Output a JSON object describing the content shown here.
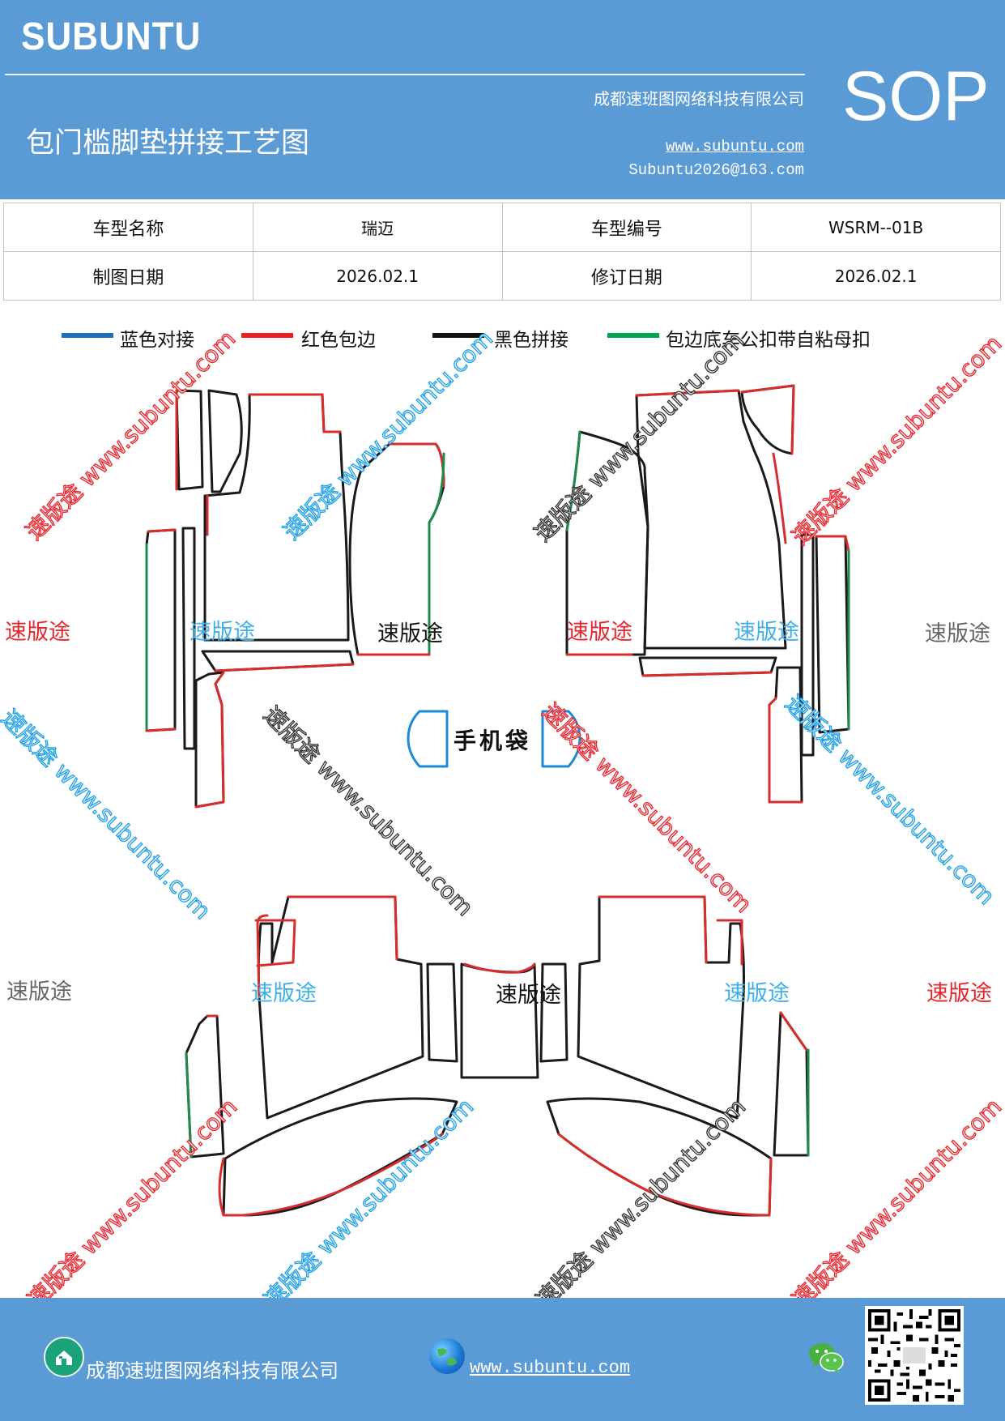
{
  "header": {
    "logo": "SUBUNTU",
    "company": "成都速班图网络科技有限公司",
    "title": "包门槛脚垫拼接工艺图",
    "website": "www.subuntu.com",
    "email": "Subuntu2026@163.com",
    "badge": "SOP"
  },
  "info_table": {
    "model_name_label": "车型名称",
    "model_name": "瑞迈",
    "model_no_label": "车型编号",
    "model_no": "WSRM--01B",
    "draw_date_label": "制图日期",
    "draw_date": "2026.02.1",
    "revise_date_label": "修订日期",
    "revise_date": "2026.02.1"
  },
  "legend": [
    {
      "label": "蓝色对接",
      "color": "#1f6fbf"
    },
    {
      "label": "红色包边",
      "color": "#ee1c25"
    },
    {
      "label": "黑色拼接",
      "color": "#111111"
    },
    {
      "label": "包边底车公扣带自粘母扣",
      "color": "#00a651"
    }
  ],
  "colors": {
    "header_bg": "#5b9bd5",
    "red_edge": "#d62d2d",
    "black_seam": "#1a1a1a",
    "green_edge": "#1f8a4c",
    "blue_edge": "#1e88d6"
  },
  "drawing": {
    "phone_pocket_label": "手机袋"
  },
  "watermarks": {
    "brand": "速版途",
    "url": "www.subuntu.com"
  },
  "footer": {
    "company": "成都速班图网络科技有限公司",
    "website": "www.subuntu.com",
    "icons": [
      "home-icon",
      "globe-icon",
      "wechat-icon",
      "qr-code"
    ]
  }
}
